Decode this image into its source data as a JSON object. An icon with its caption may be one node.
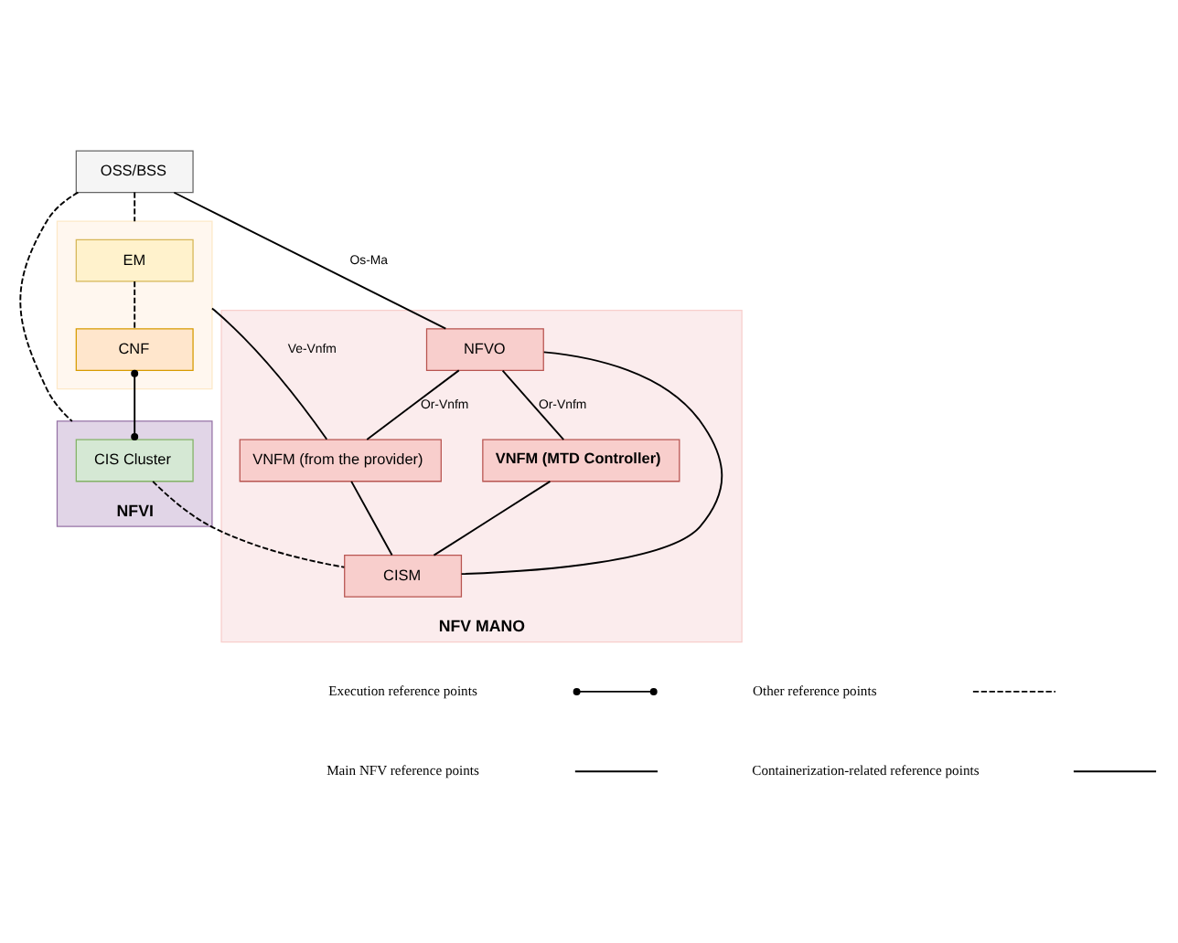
{
  "diagram": {
    "nodes": [
      {
        "text": [
          "OSS/BSS"
        ]
      },
      {
        "text": [],
        "shape": "box"
      },
      {
        "text": [
          "EM"
        ],
        "in": 1
      },
      {
        "text": [
          "CNF"
        ],
        "in": 1
      },
      {
        "text": [
          "NFVI"
        ]
      },
      {
        "text": [
          "CIS Cluster"
        ],
        "in": 4
      },
      {
        "text": [
          "NFV MANO"
        ]
      },
      {
        "text": [
          "NFVO"
        ],
        "in": 6
      },
      {
        "text": [
          "VNFM (from the provider)"
        ],
        "in": 6
      },
      {
        "text": [
          "VNFM (MTD Controller)"
        ],
        "in": 6
      },
      {
        "text": [
          "CISM"
        ],
        "in": 6
      }
    ],
    "edges": [
      {
        "from": 0,
        "to": 7,
        "arrow": "none",
        "label": "Os-Ma"
      },
      {
        "from": 0,
        "to": 1,
        "arrow": "none",
        "style": "dashed"
      },
      {
        "from": 2,
        "to": 3,
        "arrow": "none",
        "style": "dashed"
      },
      {
        "from": 1,
        "to": 8,
        "arrow": "none",
        "label": "Ve-Vnfm"
      },
      {
        "from": 3,
        "to": 5,
        "arrow": "other"
      },
      {
        "from": 0,
        "to": 4,
        "arrow": "none",
        "style": "dashed"
      },
      {
        "from": 5,
        "to": 10,
        "arrow": "none",
        "style": "dashed"
      },
      {
        "from": 7,
        "to": 8,
        "arrow": "none",
        "label": "Or-Vnfm"
      },
      {
        "from": 7,
        "to": 9,
        "arrow": "none",
        "label": "Or-Vnfm"
      },
      {
        "from": 8,
        "to": 10,
        "arrow": "none"
      },
      {
        "from": 9,
        "to": 10,
        "arrow": "none"
      },
      {
        "from": 7,
        "to": 10,
        "arrow": "none"
      }
    ],
    "legend": [
      {
        "text": "Execution reference points"
      },
      {
        "text": "Other reference points"
      },
      {
        "text": "Main NFV reference points"
      },
      {
        "text": "Containerization-related reference points"
      }
    ]
  }
}
